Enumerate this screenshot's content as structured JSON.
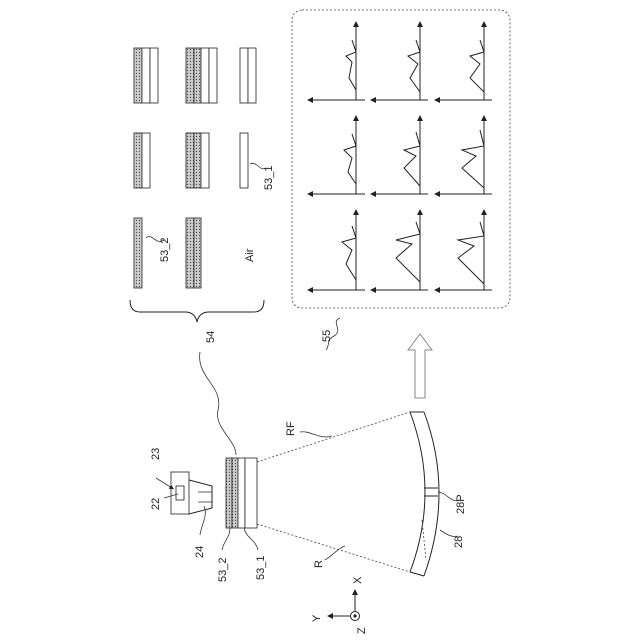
{
  "labels": {
    "ref_23": "23",
    "ref_22": "22",
    "ref_24": "24",
    "ref_53_2_device": "53_2",
    "ref_53_1_device": "53_1",
    "ref_54": "54",
    "ref_55": "55",
    "ref_RF": "RF",
    "ref_R": "R",
    "ref_28": "28",
    "ref_28P": "28P",
    "ref_53_1_panel": "53_1",
    "ref_53_2_panel": "53_2",
    "air": "Air",
    "axis_x": "X",
    "axis_y": "Y",
    "axis_z": "Z"
  }
}
